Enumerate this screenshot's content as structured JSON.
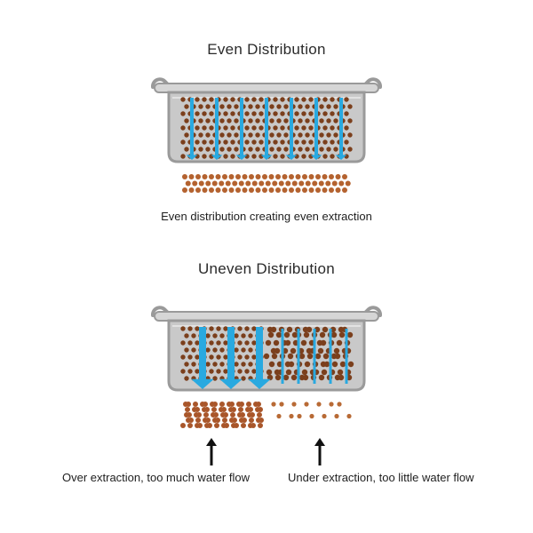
{
  "top": {
    "title": "Even Distribution",
    "caption": "Even distribution creating even extraction"
  },
  "bottom": {
    "title": "Uneven Distribution",
    "caption_left": "Over extraction, too much water flow",
    "caption_right": "Under extraction, too little water flow"
  },
  "colors": {
    "basket_fill": "#c9c9c9",
    "basket_stroke": "#9a9a9a",
    "coffee": "#7b3f1c",
    "coffee_light": "#c0713a",
    "water": "#29a9e0",
    "pointer": "#111111"
  },
  "icons": {
    "water_flow": "arrow-down-icon",
    "pointer": "arrow-up-icon"
  }
}
